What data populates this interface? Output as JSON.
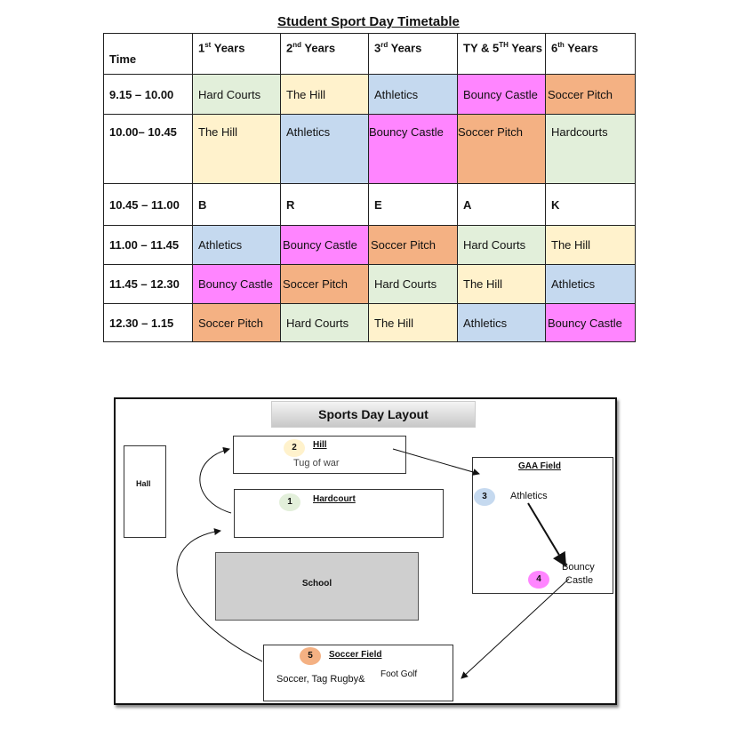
{
  "title": "Student Sport Day Timetable",
  "timetable": {
    "header": {
      "time": "Time",
      "y1": {
        "num": "1",
        "sup": "st",
        "rest": " Years"
      },
      "y2": {
        "num": "2",
        "sup": "nd",
        "rest": " Years"
      },
      "y3": {
        "num": "3",
        "sup": "rd",
        "rest": " Years"
      },
      "ty": {
        "num": "TY & 5",
        "sup": "TH",
        "rest": " Years"
      },
      "y6": {
        "num": "6",
        "sup": "th",
        "rest": " Years"
      }
    },
    "rows": [
      {
        "time": "9.15 – 10.00",
        "cells": [
          "Hard Courts",
          "The Hill",
          "Athletics",
          "Bouncy Castle",
          "Soccer Pitch"
        ]
      },
      {
        "time": "10.00– 10.45",
        "cells": [
          "The Hill",
          "Athletics",
          "Bouncy Castle",
          "Soccer Pitch",
          "Hardcourts"
        ]
      },
      {
        "time": "10.45 – 11.00",
        "cells": [
          "B",
          "R",
          "E",
          "A",
          "K"
        ]
      },
      {
        "time": "11.00 – 11.45",
        "cells": [
          "Athletics",
          "Bouncy Castle",
          "Soccer Pitch",
          "Hard Courts",
          "The Hill"
        ]
      },
      {
        "time": "11.45 – 12.30",
        "cells": [
          "Bouncy Castle",
          "Soccer Pitch",
          "Hard Courts",
          "The Hill",
          "Athletics"
        ]
      },
      {
        "time": "12.30 – 1.15",
        "cells": [
          "Soccer Pitch",
          "Hard Courts",
          "The Hill",
          "Athletics",
          "Bouncy Castle"
        ]
      }
    ]
  },
  "colors": {
    "hard_courts": "#e2efda",
    "the_hill": "#fff2cc",
    "athletics": "#c5d9ef",
    "bouncy_castle": "#ff85ff",
    "soccer_pitch": "#f4b183"
  },
  "layout": {
    "title": "Sports Day Layout",
    "hall": "Hall",
    "school": "School",
    "hill": {
      "num": "2",
      "name": "Hill",
      "sub": "Tug of war"
    },
    "hardcourt": {
      "num": "1",
      "name": "Hardcourt"
    },
    "gaa": {
      "name": "GAA Field",
      "athletics_num": "3",
      "athletics": "Athletics",
      "bouncy_num": "4",
      "bouncy1": "Bouncy",
      "bouncy2": "Castle"
    },
    "soccer": {
      "num": "5",
      "name": "Soccer Field",
      "sub1": "Soccer, Tag Rugby&",
      "sub2": "Foot Golf"
    }
  }
}
